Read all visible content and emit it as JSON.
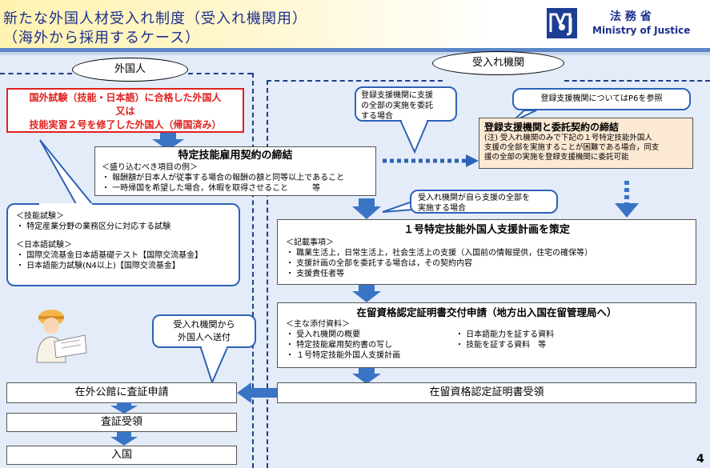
{
  "header": {
    "title_line1": "新たな外国人材受入れ制度（受入れ機関用）",
    "title_line2": "（海外から採用するケース）",
    "ministry_jp": "法 務 省",
    "ministry_en": "Ministry of Justice",
    "logo_letters": "MOJ"
  },
  "columns": {
    "foreigner": "外国人",
    "receiver": "受入れ機関"
  },
  "qualification": {
    "line1": "国外試験（技能・日本語）に合格した外国人",
    "line2": "又は",
    "line3": "技能実習２号を修了した外国人（帰国済み）"
  },
  "contract": {
    "title": "特定技能雇用契約の締結",
    "subtitle": "＜盛り込むべき項目の例＞",
    "items": [
      "・ 報酬額が日本人が従事する場合の報酬の額と同等以上であること",
      "・ 一時帰国を希望した場合，休暇を取得させること　　　等"
    ]
  },
  "exams_bubble": {
    "skill_heading": "＜技能試験＞",
    "skill_item": "・ 特定産業分野の業務区分に対応する試験",
    "jp_heading": "＜日本語試験＞",
    "jp_items": [
      "・ 国際交流基金日本語基礎テスト【国際交流基金】",
      "・ 日本語能力試験(N4以上)【国際交流基金】"
    ]
  },
  "consign_bubble": {
    "text_lines": [
      "登録支援機関に支援",
      "の全部の実施を委託",
      "する場合"
    ]
  },
  "ref_bubble": {
    "text": "登録支援機関についてはP6を参照"
  },
  "registered_contract": {
    "title": "登録支援機関と委託契約の締結",
    "note_lines": [
      "(注) 受入れ機関のみで下記の１号特定技能外国人",
      "支援の全部を実施することが困難である場合，同支",
      "援の全部の実施を登録支援機関に委託可能"
    ]
  },
  "self_support_bubble": {
    "text_lines": [
      "受入れ機関が自ら支援の全部を",
      "実施する場合"
    ]
  },
  "support_plan": {
    "title": "１号特定技能外国人支援計画を策定",
    "subtitle": "＜記載事項＞",
    "items": [
      "・ 職業生活上，日常生活上，社会生活上の支援（入国前の情報提供，住宅の確保等）",
      "・ 支援計画の全部を委託する場合は，その契約内容",
      "・ 支援責任者等"
    ]
  },
  "coe_application": {
    "title": "在留資格認定証明書交付申請（地方出入国在留管理局へ）",
    "subtitle": "＜主な添付資料＞",
    "left_items": [
      "・ 受入れ機関の概要",
      "・ 特定技能雇用契約書の写し",
      "・ １号特定技能外国人支援計画"
    ],
    "right_items": [
      "・ 日本語能力を証する資料",
      "・ 技能を証する資料　等"
    ]
  },
  "send_bubble": {
    "text_lines": [
      "受入れ機関から",
      "外国人へ送付"
    ]
  },
  "steps": {
    "visa_apply": "在外公館に査証申請",
    "visa_receive": "査証受領",
    "entry": "入国",
    "coe_receive": "在留資格認定証明書受領"
  },
  "page_number": "4",
  "colors": {
    "title_blue": "#1c2f8e",
    "arrow_blue": "#3a74c5",
    "red": "#e0201e",
    "bubble_border": "#2e62b8",
    "beige": "#fce9d3"
  }
}
